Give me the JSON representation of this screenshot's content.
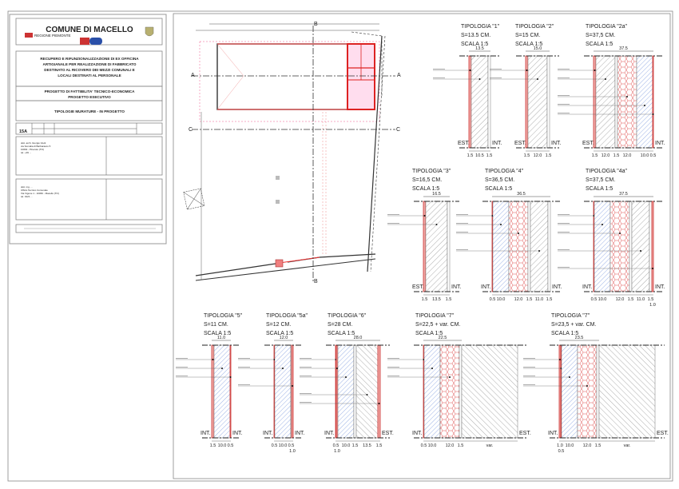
{
  "title_block": {
    "municipality": "COMUNE DI MACELLO",
    "logo_region": "REGIONE PIEMONTE",
    "project_title": [
      "RECUPERO E RIFUNZIONALIZZAZIONE DI EX OFFICINA",
      "ARTIGIANALE PER REALIZZAZIONE DI FABBRICATO",
      "DESTINATO AL RICOVERO DEI MEZZI COMUNALI E",
      "LOCALI DESTINATI AL PERSONALE"
    ],
    "phase": [
      "PROGETTO DI FATTIBILITA' TECNICO-ECONOMICA",
      "PROGETTO ESECUTIVO"
    ],
    "drawing_subject": "TIPOLOGIE MURATURE - IN PROGETTO",
    "sheet_number": "15A",
    "designer_lines": [
      "dott. arch. Giorgio Vietti",
      "via Somalia di Barbarasco 5",
      "10064 - Pinerolo (TO)",
      "tel. +39 ..."
    ],
    "rup_lines": [
      "dott. ing. ...",
      "Ufficio Tecnico Comunale",
      "Via Vigone 1 - 10060 - Macello (TO)",
      "tel. 0121 ..."
    ]
  },
  "plan": {
    "section_a": "A",
    "section_b": "B",
    "section_c": "C"
  },
  "typologies": [
    {
      "id": "t1",
      "title": "TIPOLOGIA \"1\"",
      "thickness": "S=13.5 CM.",
      "scale": "SCALA 1:5",
      "total": "13.5",
      "left": "EST.",
      "right": "INT.",
      "layers": [
        {
          "t": 1.5,
          "mat": "red",
          "dim": "1.5"
        },
        {
          "t": 10.5,
          "mat": "gray",
          "dim": "10.5"
        },
        {
          "t": 1.5,
          "mat": "white",
          "dim": "1.5"
        }
      ]
    },
    {
      "id": "t2",
      "title": "TIPOLOGIA \"2\"",
      "thickness": "S=15 CM.",
      "scale": "SCALA 1:5",
      "total": "15.0",
      "left": "EST.",
      "right": "INT.",
      "layers": [
        {
          "t": 1.5,
          "mat": "red",
          "dim": "1.5"
        },
        {
          "t": 12,
          "mat": "gray",
          "dim": "12.0"
        },
        {
          "t": 1.5,
          "mat": "white",
          "dim": "1.5"
        }
      ]
    },
    {
      "id": "t2a",
      "title": "TIPOLOGIA \"2a\"",
      "thickness": "S=37,5 CM.",
      "scale": "SCALA 1:5",
      "total": "37.5",
      "left": "EST.",
      "right": "INT.",
      "layers": [
        {
          "t": 1.5,
          "mat": "red",
          "dim": "1.5"
        },
        {
          "t": 12,
          "mat": "gray",
          "dim": "12.0"
        },
        {
          "t": 1.5,
          "mat": "white",
          "dim": "1.5"
        },
        {
          "t": 12,
          "mat": "hex",
          "dim": "12.0"
        },
        {
          "t": 10,
          "mat": "blue",
          "dim": "10.0"
        },
        {
          "t": 0.5,
          "mat": "red",
          "dim": "0.5"
        }
      ]
    },
    {
      "id": "t3",
      "title": "TIPOLOGIA \"3\"",
      "thickness": "S=16,5 CM.",
      "scale": "SCALA 1:5",
      "total": "16.5",
      "left": "EST.",
      "right": "INT.",
      "layers": [
        {
          "t": 1.5,
          "mat": "red",
          "dim": "1.5"
        },
        {
          "t": 13.5,
          "mat": "gray",
          "dim": "13.5"
        },
        {
          "t": 1.5,
          "mat": "white",
          "dim": "1.5"
        }
      ]
    },
    {
      "id": "t4",
      "title": "TIPOLOGIA \"4\"",
      "thickness": "S=36,5 CM.",
      "scale": "SCALA 1:5",
      "total": "36.5",
      "left": "INT.",
      "right": "INT.",
      "layers": [
        {
          "t": 0.5,
          "mat": "red",
          "dim": "0.5"
        },
        {
          "t": 10,
          "mat": "blue",
          "dim": "10.0"
        },
        {
          "t": 12,
          "mat": "hex",
          "dim": "12.0"
        },
        {
          "t": 1.5,
          "mat": "white",
          "dim": "1.5"
        },
        {
          "t": 11,
          "mat": "gray",
          "dim": "11.0"
        },
        {
          "t": 1.5,
          "mat": "white",
          "dim": "1.5"
        }
      ]
    },
    {
      "id": "t4a",
      "title": "TIPOLOGIA \"4a\"",
      "thickness": "S=37,5 CM.",
      "scale": "SCALA 1:5",
      "total": "37.5",
      "left": "INT.",
      "right": "INT.",
      "layers": [
        {
          "t": 0.5,
          "mat": "red",
          "dim": "0.5"
        },
        {
          "t": 10,
          "mat": "blue",
          "dim": "10.0"
        },
        {
          "t": 12,
          "mat": "hex",
          "dim": "12.0"
        },
        {
          "t": 1.5,
          "mat": "white",
          "dim": "1.5"
        },
        {
          "t": 11,
          "mat": "gray",
          "dim": "11.0"
        },
        {
          "t": 1.5,
          "mat": "white",
          "dim": "1.5"
        },
        {
          "t": 1,
          "mat": "red",
          "dim": "",
          "sub": "1.0"
        }
      ]
    },
    {
      "id": "t5",
      "title": "TIPOLOGIA \"5\"",
      "thickness": "S=11 CM.",
      "scale": "SCALA 1:5",
      "total": "11.0",
      "left": "INT.",
      "right": "INT.",
      "layers": [
        {
          "t": 1.5,
          "mat": "red",
          "dim": "1.5"
        },
        {
          "t": 10,
          "mat": "blue",
          "dim": "10.0"
        },
        {
          "t": 0.5,
          "mat": "red",
          "dim": "0.5"
        }
      ]
    },
    {
      "id": "t5a",
      "title": "TIPOLOGIA \"5a\"",
      "thickness": "S=12 CM.",
      "scale": "SCALA 1:5",
      "total": "12.0",
      "left": "INT.",
      "right": "INT.",
      "layers": [
        {
          "t": 0.5,
          "mat": "red",
          "dim": "0.5"
        },
        {
          "t": 10,
          "mat": "blue",
          "dim": "10.0"
        },
        {
          "t": 0.5,
          "mat": "white",
          "dim": "0.5"
        },
        {
          "t": 1,
          "mat": "red",
          "dim": "",
          "sub": "1.0"
        }
      ]
    },
    {
      "id": "t6",
      "title": "TIPOLOGIA \"6\"",
      "thickness": "S=28 CM.",
      "scale": "SCALA 1:5",
      "total": "28.0",
      "left": "INT.",
      "right": "EST.",
      "layers": [
        {
          "t": 0.5,
          "mat": "red",
          "dim": "0.5"
        },
        {
          "t": 1,
          "mat": "red",
          "dim": "",
          "sub": "1.0"
        },
        {
          "t": 10,
          "mat": "blue",
          "dim": "10.0"
        },
        {
          "t": 1.5,
          "mat": "white",
          "dim": "1.5"
        },
        {
          "t": 13.5,
          "mat": "gray2",
          "dim": "13.5"
        },
        {
          "t": 1.5,
          "mat": "red",
          "dim": "1.5"
        }
      ]
    },
    {
      "id": "t7",
      "title": "TIPOLOGIA \"7\"",
      "thickness": "S=22,5 + var. CM.",
      "scale": "SCALA 1:5",
      "total": "22.5",
      "left": "INT.",
      "right": "EST.",
      "layers": [
        {
          "t": 0.5,
          "mat": "red",
          "dim": "0.5"
        },
        {
          "t": 10,
          "mat": "blue",
          "dim": "10.0"
        },
        {
          "t": 12,
          "mat": "hex",
          "dim": "12.0"
        },
        {
          "t": 1.5,
          "mat": "white",
          "dim": "1.5"
        },
        {
          "t": 35,
          "mat": "gray2",
          "dim": "var.",
          "var": true
        }
      ]
    },
    {
      "id": "t7b",
      "title": "TIPOLOGIA \"7\"",
      "thickness": "S=23,5 + var. CM.",
      "scale": "SCALA 1:5",
      "total": "23.5",
      "left": "INT.",
      "right": "EST.",
      "layers": [
        {
          "t": 1,
          "mat": "red",
          "dim": "1.0"
        },
        {
          "t": 0.5,
          "mat": "red",
          "dim": "",
          "sub": "0.5"
        },
        {
          "t": 10,
          "mat": "blue",
          "dim": "10.0"
        },
        {
          "t": 12,
          "mat": "hex",
          "dim": "12.0"
        },
        {
          "t": 1.5,
          "mat": "white",
          "dim": "1.5"
        },
        {
          "t": 35,
          "mat": "gray2",
          "dim": "var.",
          "var": true
        }
      ]
    }
  ],
  "colors": {
    "red": "#e0524f",
    "red_fill": "#f1a9a6",
    "blue": "#5b7fd6",
    "gray": "#666666",
    "hex": "#e05050"
  }
}
